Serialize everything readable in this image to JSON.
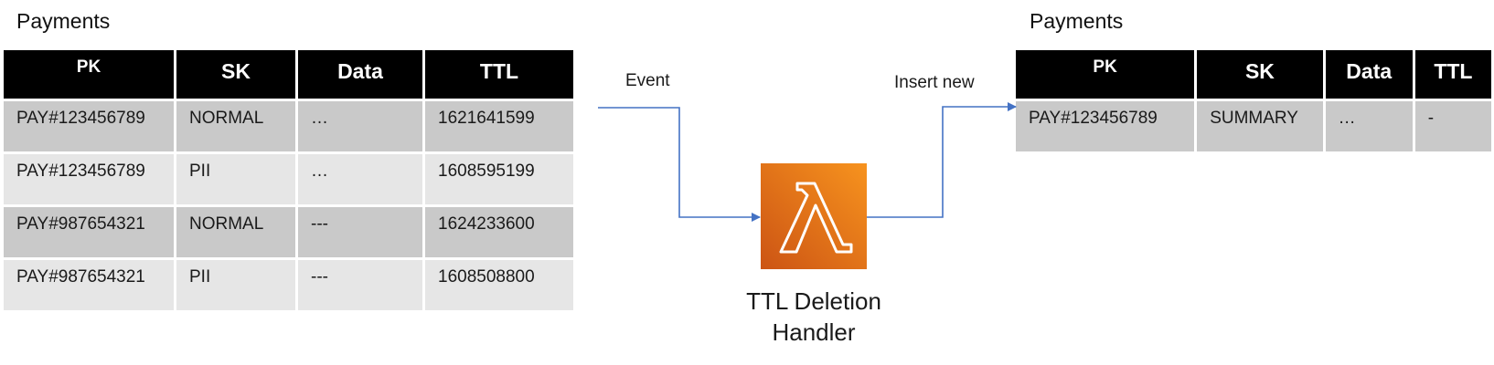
{
  "source_table": {
    "title": "Payments",
    "headers": [
      "PK",
      "SK",
      "Data",
      "TTL"
    ],
    "rows": [
      [
        "PAY#123456789",
        "NORMAL",
        "…",
        "1621641599"
      ],
      [
        "PAY#123456789",
        "PII",
        "…",
        "1608595199"
      ],
      [
        "PAY#987654321",
        "NORMAL",
        "---",
        "1624233600"
      ],
      [
        "PAY#987654321",
        "PII",
        "---",
        "1608508800"
      ]
    ]
  },
  "target_table": {
    "title": "Payments",
    "headers": [
      "PK",
      "SK",
      "Data",
      "TTL"
    ],
    "rows": [
      [
        "PAY#123456789",
        "SUMMARY",
        "…",
        "-"
      ]
    ]
  },
  "arrows": {
    "event_label": "Event",
    "insert_label": "Insert new",
    "color": "#4472c4"
  },
  "handler": {
    "label_line1": "TTL Deletion",
    "label_line2": "Handler",
    "icon": "lambda-icon",
    "gradient_top": "#f7931e",
    "gradient_bottom": "#d05c17"
  }
}
